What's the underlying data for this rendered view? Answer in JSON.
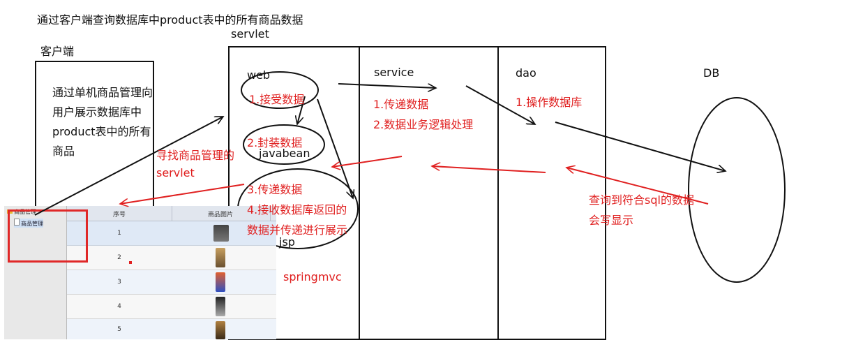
{
  "title": "通过客户端查询数据库中product表中的所有商品数据",
  "servlet_label": "servlet",
  "client": {
    "label": "客户端",
    "description_lines": [
      "通过单机商品管理向",
      "用户展示数据库中",
      "product表中的所有",
      "商品"
    ]
  },
  "layers": {
    "web": "web",
    "service": "service",
    "dao": "dao",
    "db": "DB"
  },
  "web_steps": {
    "receive": "1.接受数据",
    "wrap": "2.封装数据",
    "javabean": "javabean",
    "pass": "3.传递数据",
    "receive_db_line1": "4.接收数据库返回的",
    "receive_db_line2": "数据并传递进行展示",
    "jsp": "jsp",
    "springmvc": "springmvc"
  },
  "service_steps": [
    "1.传递数据",
    "2.数据业务逻辑处理"
  ],
  "dao_steps": [
    "1.操作数据库"
  ],
  "find_servlet": [
    "寻找商品管理的",
    "servlet"
  ],
  "db_return": [
    "查询到符合sql的数据",
    "会写显示"
  ],
  "screenshot": {
    "tree_root": "商品管理",
    "tree_item": "商品管理",
    "col_index": "序号",
    "col_image": "商品图片",
    "rows": [
      "1",
      "2",
      "3",
      "4",
      "5"
    ]
  },
  "colors": {
    "annotation": "#e02020",
    "line": "#111111"
  },
  "icons": [
    "folder-icon",
    "document-icon"
  ]
}
